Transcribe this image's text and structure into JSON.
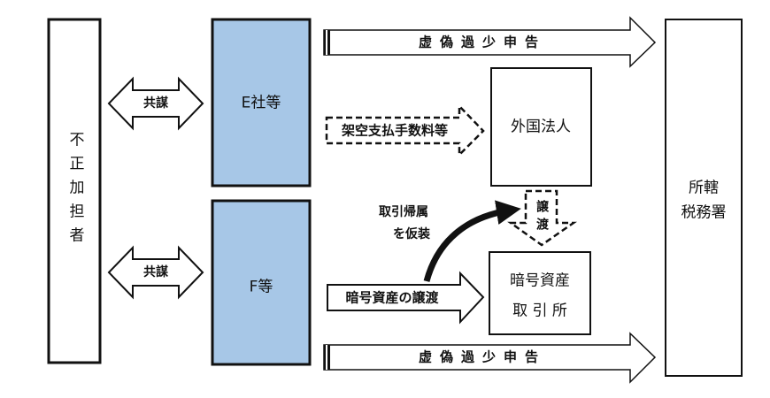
{
  "colors": {
    "entity_fill": "#a7c7e7",
    "stroke": "#111111"
  },
  "left_party": "不正加担者",
  "company_e": "E社等",
  "company_f": "F等",
  "collusion_top": "共謀",
  "collusion_bottom": "共謀",
  "false_return_top": "虚偽過少申告",
  "false_return_bottom": "虚偽過少申告",
  "fictitious_fees": "架空支払手数料等",
  "foreign_corp": "外国法人",
  "transfer": "譲渡",
  "disguise_line1": "取引帰属",
  "disguise_line2": "を仮装",
  "crypto_transfer": "暗号資産の譲渡",
  "exchange_line1": "暗号資産",
  "exchange_line2": "取 引 所",
  "tax_office_line1": "所轄",
  "tax_office_line2": "税務署"
}
